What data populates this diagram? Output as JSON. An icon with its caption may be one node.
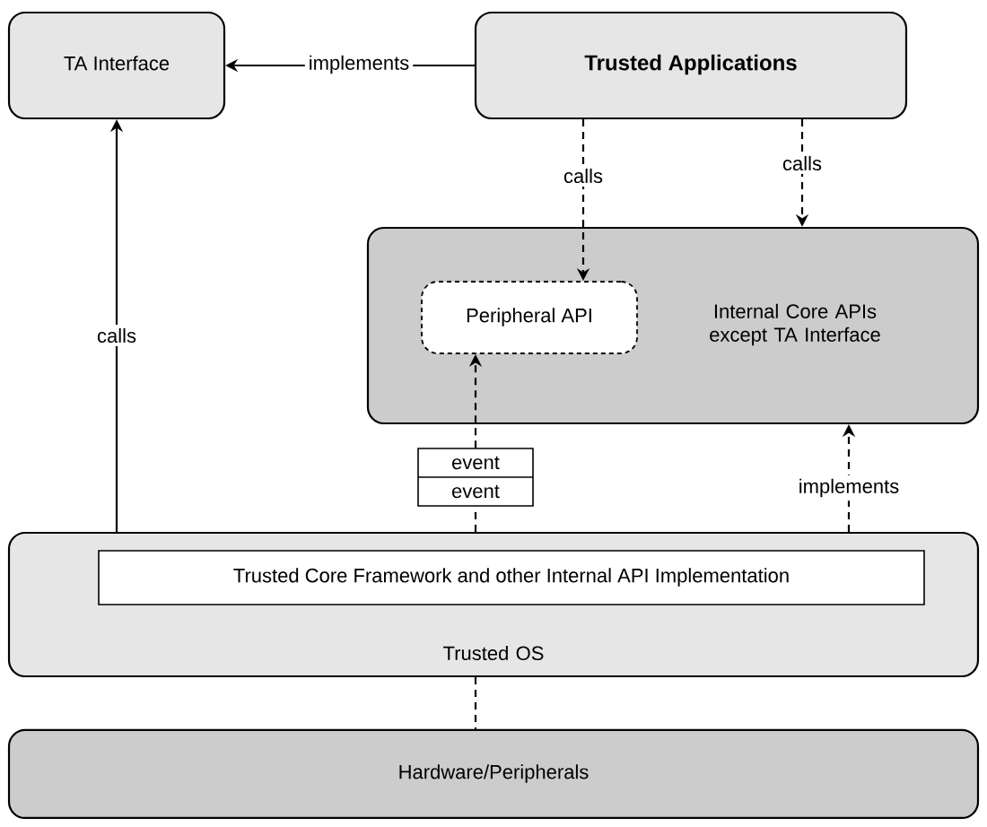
{
  "diagram": {
    "nodes": [
      {
        "text": [
          "TA Interface"
        ]
      },
      {
        "text": [
          "Trusted Applications"
        ]
      },
      {
        "text": [
          "Internal Core APIs except TA Interface"
        ]
      },
      {
        "text": [
          "Peripheral API"
        ],
        "in": 2
      },
      {
        "text": [
          "Trusted OS"
        ]
      },
      {
        "text": [
          "Trusted Core Framework and other Internal API Implementation"
        ],
        "in": 4
      },
      {
        "text": [
          "Hardware/Peripherals"
        ]
      },
      {
        "text": [
          "event",
          "event"
        ]
      }
    ],
    "edges": [
      {
        "from": 1,
        "to": 0,
        "arrow": "to",
        "label": "implements"
      },
      {
        "from": 1,
        "to": 3,
        "arrow": "to",
        "label": "calls",
        "style": "dashed"
      },
      {
        "from": 1,
        "to": 2,
        "arrow": "to",
        "label": "calls",
        "style": "dashed"
      },
      {
        "from": 4,
        "to": 0,
        "arrow": "to",
        "label": "calls"
      },
      {
        "from": 4,
        "to": 7,
        "arrow": "none",
        "style": "dashed"
      },
      {
        "from": 7,
        "to": 3,
        "arrow": "to",
        "style": "dashed"
      },
      {
        "from": 4,
        "to": 2,
        "arrow": "to",
        "label": "implements",
        "style": "dashed"
      },
      {
        "from": 4,
        "to": 6,
        "arrow": "none",
        "style": "dashed"
      }
    ]
  }
}
